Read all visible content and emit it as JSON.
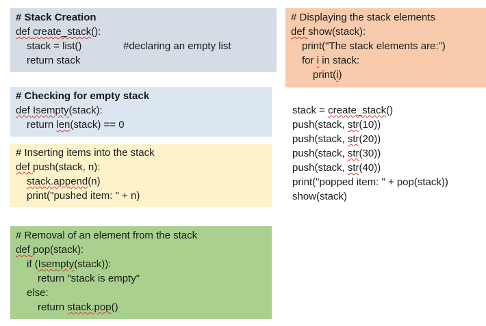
{
  "stack_creation": {
    "heading": "# Stack Creation",
    "def_prefix": "def ",
    "def_name": "create_stack",
    "def_suffix": "():",
    "line_assign": "stack = list()",
    "inline_comment": "#declaring an empty list",
    "line_return": "return stack"
  },
  "empty_check": {
    "heading": "# Checking for empty stack",
    "def_prefix": "def ",
    "def_name": "Isempty",
    "def_suffix": "(stack):",
    "return_prefix": "return ",
    "return_len": "len",
    "return_suffix": "(stack) == 0"
  },
  "push_block": {
    "heading": "# Inserting items into the stack",
    "def_prefix": "def ",
    "def_rest": "push(stack, n):",
    "append_call": "stack.append",
    "append_args": "(n)",
    "print_line": "print(\"pushed item: \" + n)"
  },
  "pop_block": {
    "heading": "# Removal of an element from the stack",
    "def_prefix": "def ",
    "def_rest": "pop(stack):",
    "if_prefix": "if (",
    "if_call": "Isempty",
    "if_suffix": "(stack)):",
    "return_empty": "return \"stack is empty\"",
    "else_line": "else:",
    "return_pop_prefix": "return ",
    "return_pop_call": "stack.pop",
    "return_pop_suffix": "()"
  },
  "show_block": {
    "heading": "# Displaying the stack elements",
    "def_prefix": "def ",
    "def_rest": "show(stack):",
    "print_line": "print(\"The stack elements are:\")",
    "for_prefix": "for ",
    "for_var": "i",
    "for_suffix": " in stack:",
    "print_i_prefix": "print(",
    "print_i_var": "i",
    "print_i_suffix": ")"
  },
  "driver_block": {
    "line1_prefix": "stack = ",
    "line1_call": "create_stack",
    "line1_suffix": "()",
    "push_lines": [
      {
        "prefix": "push(stack, ",
        "fn": "str",
        "args": "(10))"
      },
      {
        "prefix": "push(stack, ",
        "fn": "str",
        "args": "(20))"
      },
      {
        "prefix": "push(stack, ",
        "fn": "str",
        "args": "(30))"
      },
      {
        "prefix": "push(stack, ",
        "fn": "str",
        "args": "(40))"
      }
    ],
    "popped_line": "print(\"popped item: \" + pop(stack))",
    "show_line": "show(stack)"
  },
  "colors": {
    "stack_creation_bg": "#d5dce6",
    "empty_check_bg": "#dce6f1",
    "push_bg": "#fef2cb",
    "pop_bg": "#a9d08e",
    "show_bg": "#f8cbad",
    "squiggle": "#d23b2b"
  }
}
